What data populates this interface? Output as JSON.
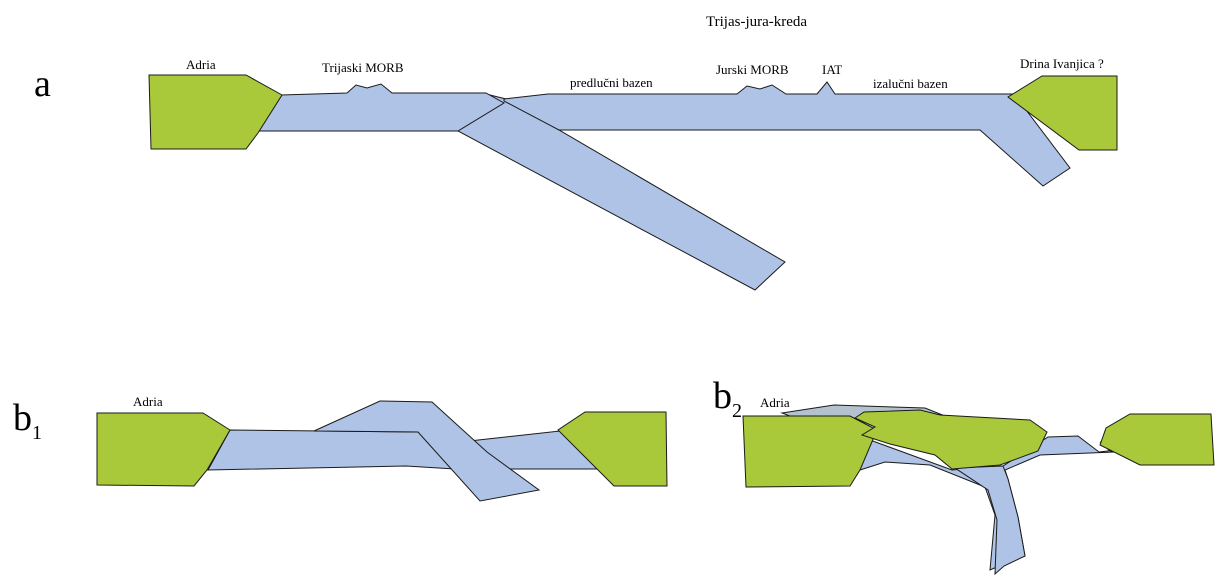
{
  "title": "Trijas-jura-kreda",
  "panels": {
    "a": {
      "letter": "a",
      "labels": {
        "adria": "Adria",
        "triassic_morb": "Trijaski MORB",
        "forearc": "predlučni bazen",
        "jurassic_morb": "Jurski MORB",
        "iat": "IAT",
        "backarc": "izalučni bazen",
        "drina": "Drina Ivanjica ?"
      }
    },
    "b1": {
      "letter": "b",
      "subscript": "1",
      "labels": {
        "adria": "Adria"
      }
    },
    "b2": {
      "letter": "b",
      "subscript": "2",
      "labels": {
        "adria": "Adria"
      }
    }
  },
  "colors": {
    "continental_plate": "#a9c93a",
    "oceanic_crust": "#aec3e6",
    "obducted_slab": "#b4c2cf"
  }
}
